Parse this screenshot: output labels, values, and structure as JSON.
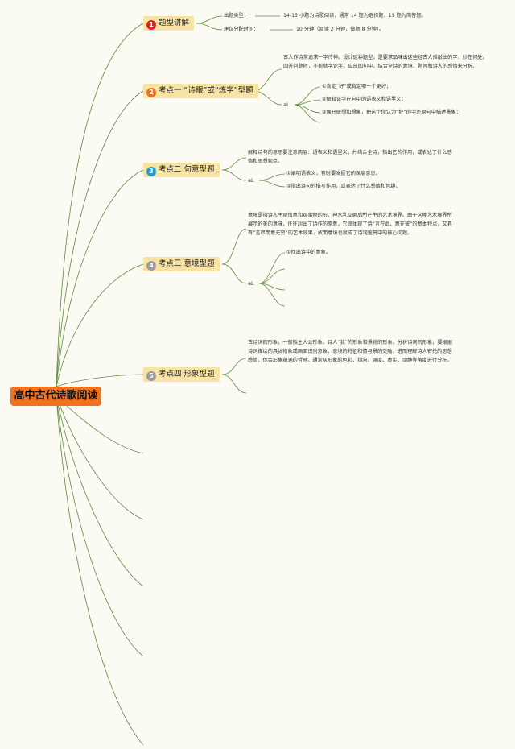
{
  "root": {
    "label": "高中古代诗歌阅读"
  },
  "topics": [
    {
      "num": "1",
      "color": "#e02020",
      "label": "题型讲解",
      "rows": [
        {
          "label": "出题类型：",
          "value": "14-15 小题为诗歌阅读，通常 14 题为选择题，15 题为简答题。"
        },
        {
          "label": "建议分配时间：",
          "value": "10 分钟（阅读 2 分钟，做题 8 分钟）。"
        }
      ]
    },
    {
      "num": "2",
      "color": "#f2711c",
      "label": "考点一 “诗眼”或“炼字”型题",
      "desc": "古人作诗常追求一字传神。设计这种题型，是要求品味出这些经古人推敲出的字，妙在何处。回答问题时，不能就字论字，应放回句中，结合全诗的意境、题旨和诗人的感情来分析。",
      "method_label": "aL",
      "items": [
        "①肯定“好”或肯定哪一个更好；",
        "②解释该字在句中的语表义和语里义；",
        "③展开联想和想象，把这个你认为“好”的字还原句中描述景象；"
      ]
    },
    {
      "num": "3",
      "color": "#1d9bd7",
      "label": "考点二 句意型题",
      "desc": "解释诗句的意思要注意两层：语表义和语里义，并结合全诗，指出它的作用，或表达了什么感情和思想观点。",
      "method_label": "aL",
      "items": [
        "①阐明语表义，有时要发掘它的深层意思。",
        "②指出诗句的描写作用，或表达了什么感情和旨趣。"
      ]
    },
    {
      "num": "4",
      "color": "#9a9a9a",
      "label": "考点三 意境型题",
      "desc": "意境是指诗人主观情意和观事物的形、神水乳交融后所产生的艺术境界。由于这种艺术境界所展示的美的意味，往往超出了诗作的原意，它既体现了诗“言在此、意在彼”的基本特点，又具有“言尽而意无穷”的艺术效果，故而意境也就成了诗词鉴赏中的核心问题。",
      "method_label": "aL",
      "items": [
        "①找出诗中的意象。"
      ]
    },
    {
      "num": "5",
      "color": "#9a9a9a",
      "label": "考点四 形象型题",
      "desc": "古诗词的形象，一般指主人公形象、诗人“我”的形象和景物的形象，分析诗词的形象，要根据诗词描绘的具体物象或画面识别意象、意境的特征和情与景的交融，进而理解诗人寄托的思想感情，体会形象蕴涵的哲理。通常从形象的色彩、指向、强度、虚实、动静等角度进行分析。"
    }
  ],
  "colors": {
    "line": "#5f8a3c",
    "root_bg": "#f2711c",
    "topic_bg": "#f7e3a3"
  }
}
